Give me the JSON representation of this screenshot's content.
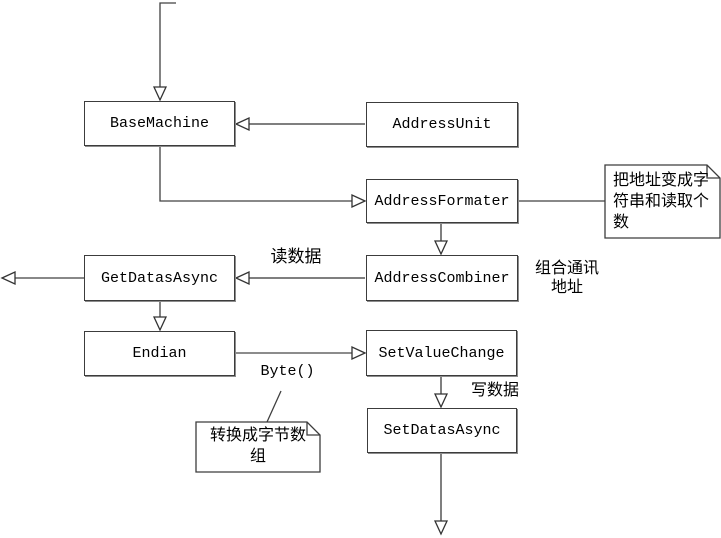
{
  "nodes": [
    {
      "id": "basemachine",
      "label": "BaseMachine"
    },
    {
      "id": "addressunit",
      "label": "AddressUnit"
    },
    {
      "id": "addressformater",
      "label": "AddressFormater"
    },
    {
      "id": "getdatasasync",
      "label": "GetDatasAsync"
    },
    {
      "id": "addresscombiner",
      "label": "AddressCombiner"
    },
    {
      "id": "endian",
      "label": "Endian"
    },
    {
      "id": "setvaluechange",
      "label": "SetValueChange"
    },
    {
      "id": "setdatasasync",
      "label": "SetDatasAsync"
    }
  ],
  "notes": [
    {
      "id": "note-address-format",
      "text": "把地址变成字符串和读取个数"
    },
    {
      "id": "note-byte-array",
      "text": "转换成字节数组"
    }
  ],
  "edge_labels": {
    "read_data": "读数据",
    "combine_address": "组合通讯\n地址",
    "byte_call": "Byte()",
    "write_data": "写数据"
  },
  "colors": {
    "background": "#ffffff",
    "line_gray": "#7f7f7f",
    "line_dark": "#404040",
    "node_fill": "#ffffff",
    "text": "#000000"
  }
}
